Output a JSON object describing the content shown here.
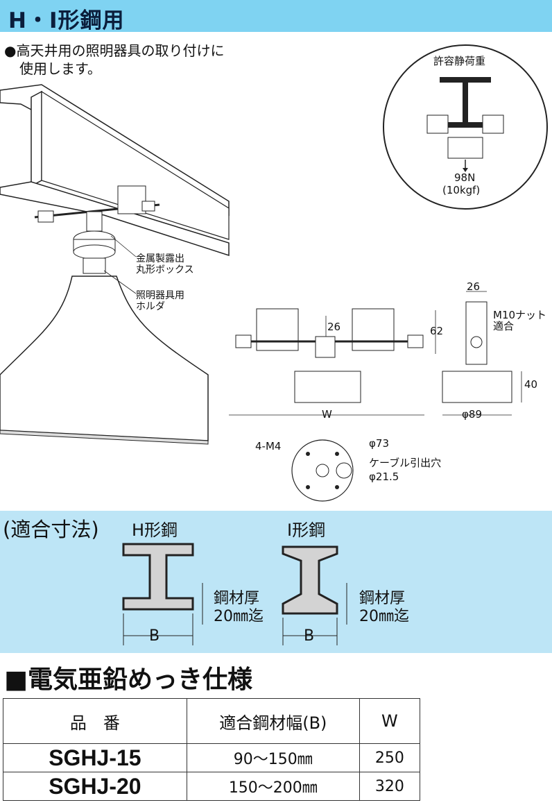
{
  "banner": {
    "title": "H・I形鋼用"
  },
  "intro": {
    "line1": "●高天井用の照明器具の取り付けに",
    "line2": "使用します。"
  },
  "illustration": {
    "box_label": [
      "金属製露出",
      "丸形ボックス"
    ],
    "holder_label": [
      "照明器具用",
      "ホルダ"
    ]
  },
  "load_inset": {
    "title": "許容静荷重",
    "value": "98N",
    "value_alt": "(10kgf)"
  },
  "dimensions": {
    "top_width": "26",
    "clamp_height": "26",
    "total_height": "62",
    "nut_note": [
      "M10ナット",
      "適合"
    ],
    "width_label": "W",
    "box_height": "40",
    "box_dia": "φ89",
    "screws": "4-M4",
    "plate_dia": "φ73",
    "cable_hole": "ケーブル引出穴",
    "cable_hole_dia": "φ21.5"
  },
  "fit": {
    "heading": "(適合寸法)",
    "h_label": "H形鋼",
    "i_label": "I形鋼",
    "thickness_label": "鋼材厚",
    "thickness_value": "20㎜迄",
    "b_label": "B"
  },
  "spec": {
    "title": "■電気亜鉛めっき仕様",
    "headers": [
      "品　番",
      "適合鋼材幅(B)",
      "W"
    ],
    "rows": [
      {
        "part": "SGHJ-15",
        "range": "90～150㎜",
        "w": "250"
      },
      {
        "part": "SGHJ-20",
        "range": "150～200㎜",
        "w": "320"
      }
    ]
  }
}
